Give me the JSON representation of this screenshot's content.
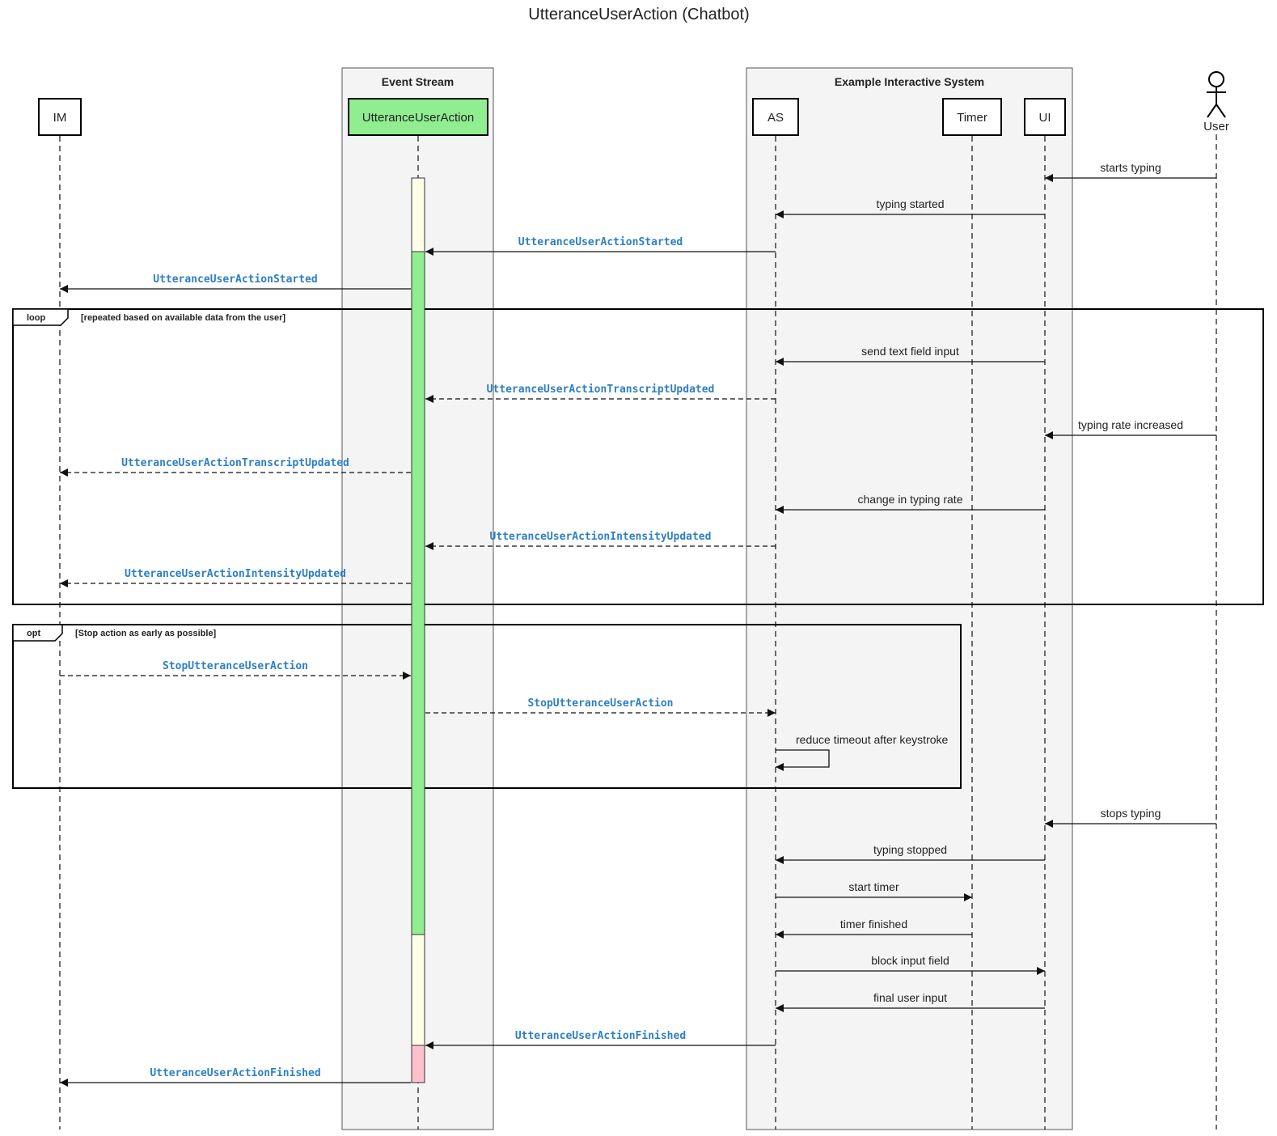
{
  "title": "UtteranceUserAction (Chatbot)",
  "groups": [
    {
      "id": "event-stream",
      "title": "Event Stream"
    },
    {
      "id": "example-system",
      "title": "Example Interactive System"
    }
  ],
  "participants": [
    {
      "id": "IM",
      "label": "IM",
      "kind": "box",
      "fill": "#ffffff"
    },
    {
      "id": "UUA",
      "label": "UtteranceUserAction",
      "kind": "box",
      "fill": "#90ee90"
    },
    {
      "id": "AS",
      "label": "AS",
      "kind": "box",
      "fill": "#ffffff"
    },
    {
      "id": "Timer",
      "label": "Timer",
      "kind": "box",
      "fill": "#ffffff"
    },
    {
      "id": "UI",
      "label": "UI",
      "kind": "box",
      "fill": "#ffffff"
    },
    {
      "id": "User",
      "label": "User",
      "kind": "actor"
    }
  ],
  "messages": [
    {
      "from": "User",
      "to": "UI",
      "label": "starts typing",
      "style": "solid",
      "event": false
    },
    {
      "from": "UI",
      "to": "AS",
      "label": "typing started",
      "style": "solid",
      "event": false
    },
    {
      "from": "AS",
      "to": "UUA",
      "label": "UtteranceUserActionStarted",
      "style": "solid",
      "event": true
    },
    {
      "from": "UUA",
      "to": "IM",
      "label": "UtteranceUserActionStarted",
      "style": "solid",
      "event": true
    },
    {
      "from": "UI",
      "to": "AS",
      "label": "send text field input",
      "style": "solid",
      "event": false
    },
    {
      "from": "AS",
      "to": "UUA",
      "label": "UtteranceUserActionTranscriptUpdated",
      "style": "dashed",
      "event": true
    },
    {
      "from": "User",
      "to": "UI",
      "label": "typing rate increased",
      "style": "solid",
      "event": false
    },
    {
      "from": "UUA",
      "to": "IM",
      "label": "UtteranceUserActionTranscriptUpdated",
      "style": "dashed",
      "event": true
    },
    {
      "from": "UI",
      "to": "AS",
      "label": "change in typing rate",
      "style": "solid",
      "event": false
    },
    {
      "from": "AS",
      "to": "UUA",
      "label": "UtteranceUserActionIntensityUpdated",
      "style": "dashed",
      "event": true
    },
    {
      "from": "UUA",
      "to": "IM",
      "label": "UtteranceUserActionIntensityUpdated",
      "style": "dashed",
      "event": true
    },
    {
      "from": "IM",
      "to": "UUA",
      "label": "StopUtteranceUserAction",
      "style": "dashed",
      "event": true
    },
    {
      "from": "UUA",
      "to": "AS",
      "label": "StopUtteranceUserAction",
      "style": "dashed",
      "event": true
    },
    {
      "from": "AS",
      "to": "AS",
      "label": "reduce timeout after keystroke",
      "style": "solid",
      "event": false,
      "self": true
    },
    {
      "from": "User",
      "to": "UI",
      "label": "stops typing",
      "style": "solid",
      "event": false
    },
    {
      "from": "UI",
      "to": "AS",
      "label": "typing stopped",
      "style": "solid",
      "event": false
    },
    {
      "from": "AS",
      "to": "Timer",
      "label": "start timer",
      "style": "solid",
      "event": false
    },
    {
      "from": "Timer",
      "to": "AS",
      "label": "timer finished",
      "style": "solid",
      "event": false
    },
    {
      "from": "AS",
      "to": "UI",
      "label": "block input field",
      "style": "solid",
      "event": false
    },
    {
      "from": "UI",
      "to": "AS",
      "label": "final user input",
      "style": "solid",
      "event": false
    },
    {
      "from": "AS",
      "to": "UUA",
      "label": "UtteranceUserActionFinished",
      "style": "solid",
      "event": true
    },
    {
      "from": "UUA",
      "to": "IM",
      "label": "UtteranceUserActionFinished",
      "style": "solid",
      "event": true
    }
  ],
  "fragments": [
    {
      "operator": "loop",
      "guard": "[repeated based on available data from the user]"
    },
    {
      "operator": "opt",
      "guard": "[Stop action as early as possible]"
    }
  ],
  "activation_states": [
    {
      "state": "initializing",
      "color": "#ffffe8"
    },
    {
      "state": "running",
      "color": "#90ee90"
    },
    {
      "state": "stopping",
      "color": "#ffffe8"
    },
    {
      "state": "finished",
      "color": "#ffc0cb"
    }
  ]
}
